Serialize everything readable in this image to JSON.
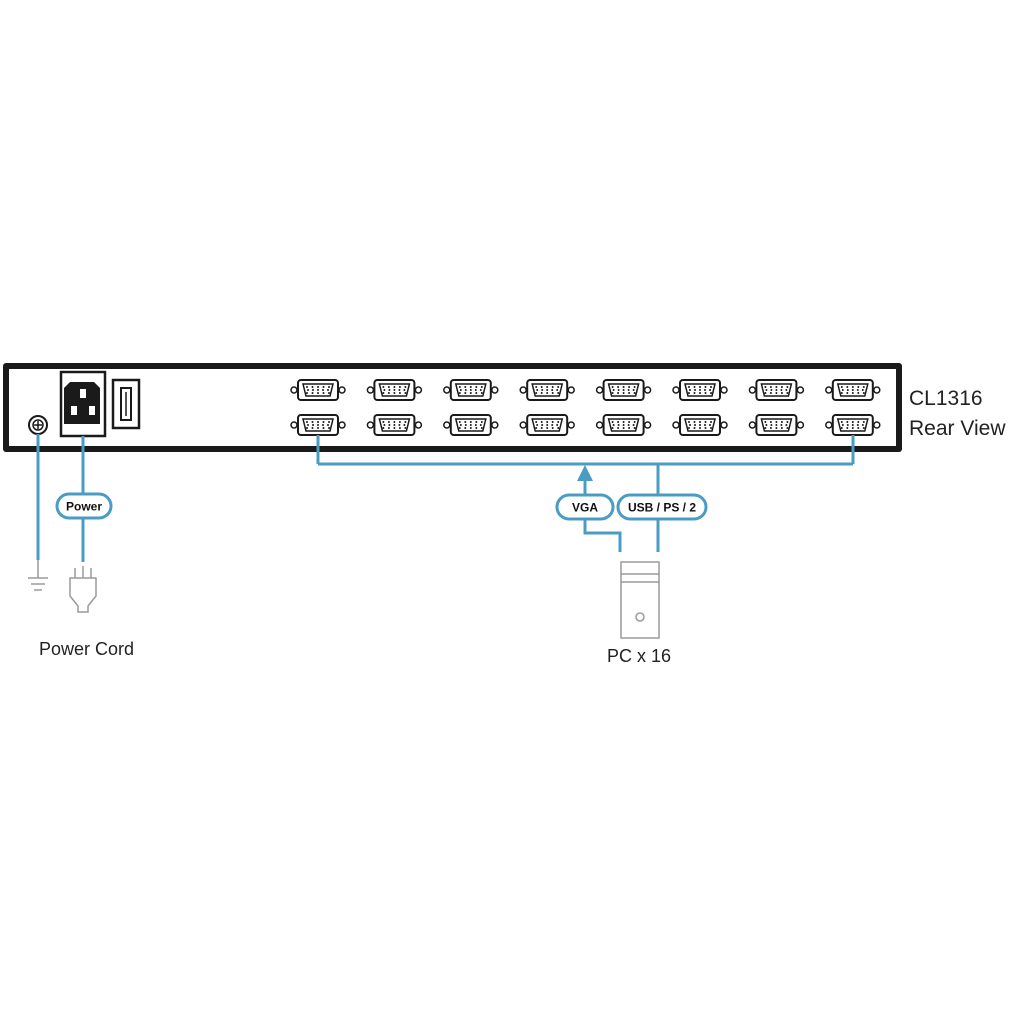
{
  "device": {
    "model": "CL1316",
    "view": "Rear View"
  },
  "power": {
    "tag": "Power",
    "cord_label": "Power Cord"
  },
  "connections": {
    "vga_tag": "VGA",
    "usb_ps2_tag": "USB / PS / 2",
    "pc_label": "PC x 16"
  },
  "colors": {
    "cable": "#4a9cc4",
    "outline": "#1a1a1a",
    "pill_stroke": "#4a9cc4",
    "grey_icon": "#9a9a9a"
  },
  "ports": {
    "columns": 8,
    "rows": 2
  }
}
